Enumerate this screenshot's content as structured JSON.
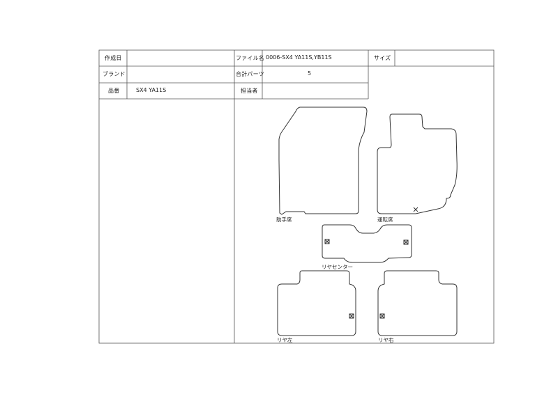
{
  "header": {
    "created_label": "作成日",
    "created_value": "",
    "file_label": "ファイル名",
    "file_value": "0006-SX4 YA11S,YB11S",
    "size_label": "サイズ",
    "size_value": "",
    "brand_label": "ブランド",
    "brand_value": "",
    "parts_label": "合計パーツ",
    "parts_value": "5",
    "model_label": "品番",
    "model_value": "SX4 YA11S",
    "person_label": "担当者",
    "person_value": ""
  },
  "parts": {
    "passenger": "助手席",
    "driver": "運転席",
    "rear_center": "リヤセンター",
    "rear_left": "リヤ左",
    "rear_right": "リヤ右"
  },
  "colors": {
    "line": "#333333",
    "border": "#555555"
  }
}
